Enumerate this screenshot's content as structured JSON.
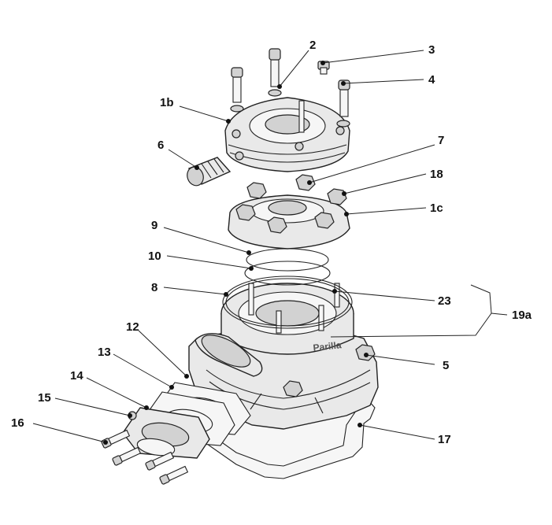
{
  "callouts": [
    {
      "id": "2",
      "text": "2"
    },
    {
      "id": "3",
      "text": "3"
    },
    {
      "id": "4",
      "text": "4"
    },
    {
      "id": "1b",
      "text": "1b"
    },
    {
      "id": "6",
      "text": "6"
    },
    {
      "id": "7",
      "text": "7"
    },
    {
      "id": "18",
      "text": "18"
    },
    {
      "id": "1c",
      "text": "1c"
    },
    {
      "id": "9",
      "text": "9"
    },
    {
      "id": "10",
      "text": "10"
    },
    {
      "id": "8",
      "text": "8"
    },
    {
      "id": "23",
      "text": "23"
    },
    {
      "id": "19a",
      "text": "19a"
    },
    {
      "id": "12",
      "text": "12"
    },
    {
      "id": "13",
      "text": "13"
    },
    {
      "id": "5",
      "text": "5"
    },
    {
      "id": "14",
      "text": "14"
    },
    {
      "id": "15",
      "text": "15"
    },
    {
      "id": "16",
      "text": "16"
    },
    {
      "id": "17",
      "text": "17"
    }
  ],
  "brand_text": "Parilla"
}
